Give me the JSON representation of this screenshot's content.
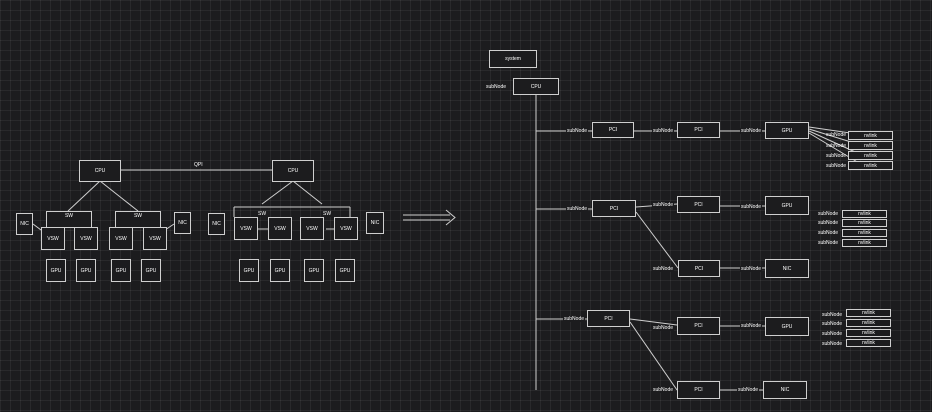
{
  "left_diagram": {
    "cpu_left": "CPU",
    "cpu_right": "CPU",
    "link": "QPI",
    "sw": [
      "SW",
      "SW",
      "SW",
      "SW"
    ],
    "nic_outer": [
      "NIC",
      "NIC",
      "NIC",
      "NIC"
    ],
    "vsw": [
      "VSW",
      "VSW",
      "VSW",
      "VSW",
      "VSW",
      "VSW",
      "VSW",
      "VSW"
    ],
    "gpu": [
      "GPU",
      "GPU",
      "GPU",
      "GPU",
      "GPU",
      "GPU",
      "GPU",
      "GPU"
    ]
  },
  "right_diagram": {
    "system": "system",
    "root": {
      "edge": "subNode",
      "node": "CPU"
    },
    "pci_l1": [
      "PCI",
      "PCI",
      "PCI"
    ],
    "pci_l2": [
      "PCI",
      "PCI",
      "PCI",
      "PCI",
      "PCI"
    ],
    "gpus": [
      "GPU",
      "GPU",
      "GPU"
    ],
    "nics": [
      "NIC",
      "NIC"
    ],
    "subnode_label": "subNode",
    "nvlink_label": "nvlink"
  }
}
